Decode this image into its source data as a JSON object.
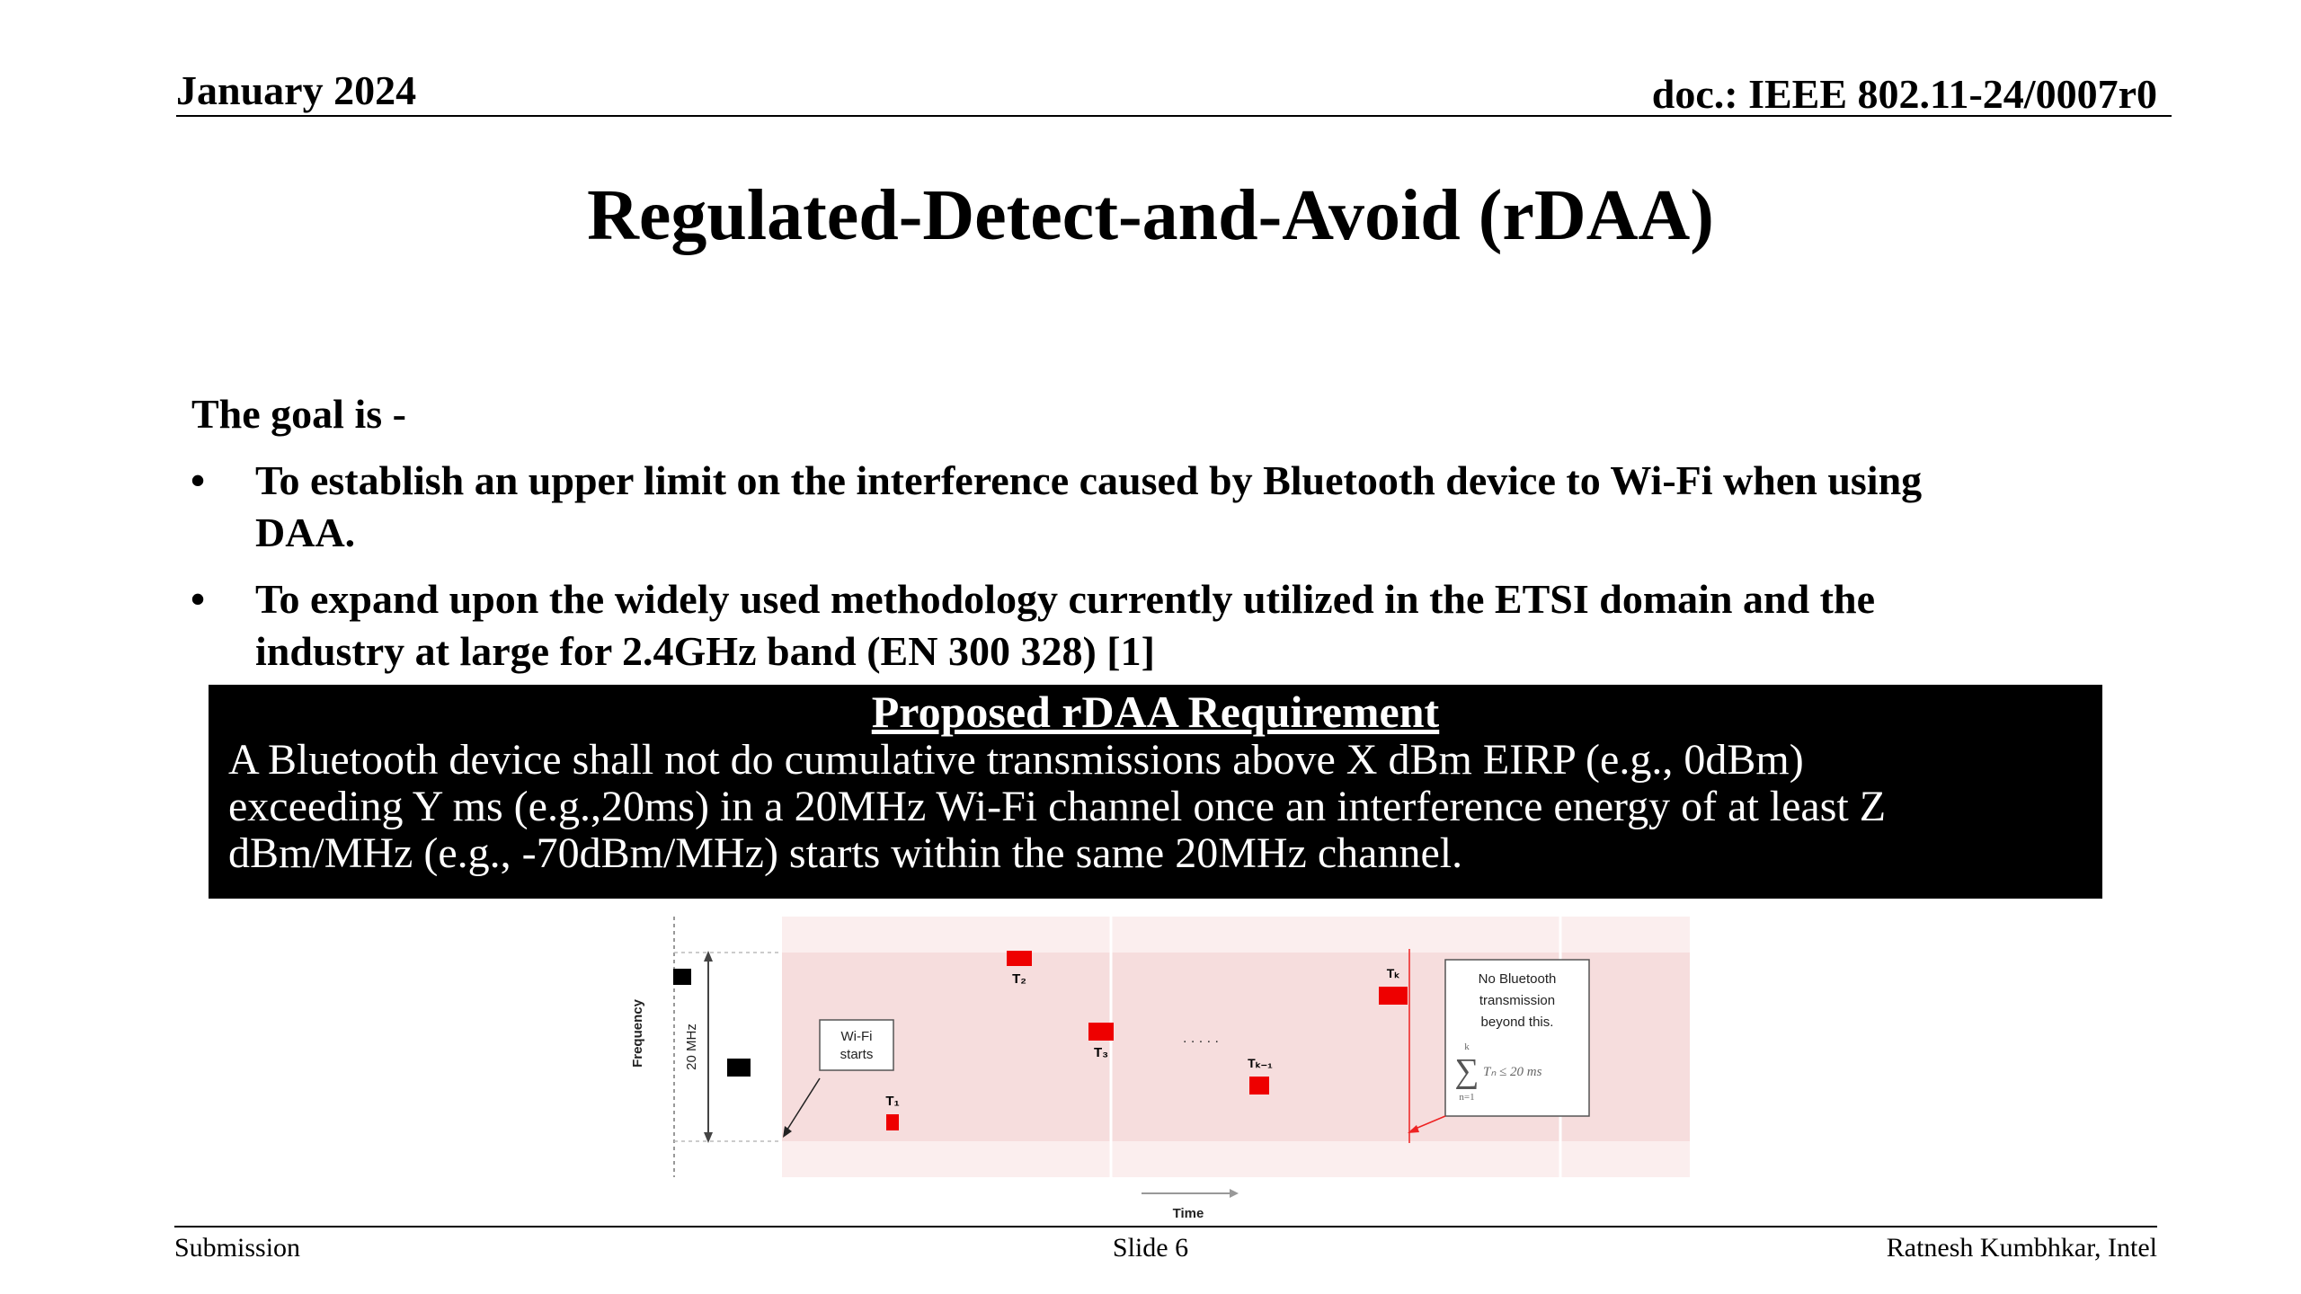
{
  "header": {
    "date": "January 2024",
    "doc_id": "doc.: IEEE 802.11-24/0007r0"
  },
  "slide": {
    "title": "Regulated-Detect-and-Avoid (rDAA)",
    "goal_label": "The goal is -",
    "bullets": [
      {
        "line1": "To establish an upper limit on the interference caused by Bluetooth device to Wi-Fi when using",
        "line2": "DAA."
      },
      {
        "line1": "To expand upon the widely used methodology currently utilized in the ETSI domain and the",
        "line2": "industry at large for 2.4GHz band (EN 300 328) [1]"
      }
    ],
    "requirement": {
      "title": "Proposed rDAA Requirement",
      "line1": "A Bluetooth device shall not do cumulative transmissions above X dBm EIRP (e.g., 0dBm)",
      "line2": "exceeding Y ms (e.g.,20ms) in a 20MHz Wi-Fi channel once an interference energy of at least Z",
      "line3": "dBm/MHz (e.g., -70dBm/MHz) starts within the same 20MHz channel."
    }
  },
  "diagram": {
    "y_axis_label": "Frequency",
    "bandwidth_label": "20 MHz",
    "x_axis_label": "Time",
    "wifi_note_line1": "Wi-Fi",
    "wifi_note_line2": "starts",
    "nobt_line1": "No Bluetooth",
    "nobt_line2": "transmission",
    "nobt_line3": "beyond this.",
    "sum_top": "k",
    "sum_bottom": "n=1",
    "sum_expr": "Tₙ ≤ 20 ms",
    "ellipsis": ". . . . .",
    "t1": "T₁",
    "t2": "T₂",
    "t3": "T₃",
    "tk1": "Tₖ₋₁",
    "tk": "Tₖ",
    "colors": {
      "channel_fill": "#f8e5e5",
      "bt_burst": "#ee0000",
      "wifi_block": "#000000"
    }
  },
  "footer": {
    "left": "Submission",
    "center": "Slide 6",
    "right": "Ratnesh Kumbhkar, Intel"
  }
}
